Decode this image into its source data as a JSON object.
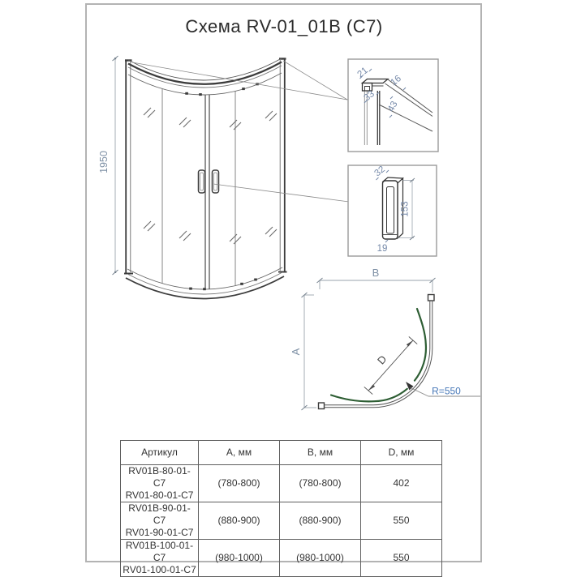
{
  "title": "Схема RV-01_01B (C7)",
  "front_view": {
    "height_dim": "1950"
  },
  "profile_detail": {
    "dim_21": "21",
    "dim_33": "33",
    "dim_16": "16",
    "dim_43": "43"
  },
  "handle_detail": {
    "dim_width": "32",
    "dim_length": "153",
    "dim_depth": "19"
  },
  "plan_view": {
    "dim_b": "B",
    "dim_a": "A",
    "dim_d": "D",
    "radius_label": "R=550"
  },
  "table": {
    "headers": [
      "Артикул",
      "А, мм",
      "В, мм",
      "D, мм"
    ],
    "rows": [
      {
        "article_line1": "RV01B-80-01-C7",
        "article_line2": "RV01-80-01-C7",
        "a_mm": "(780-800)",
        "b_mm": "(780-800)",
        "d_mm": "402"
      },
      {
        "article_line1": "RV01B-90-01-C7",
        "article_line2": "RV01-90-01-C7",
        "a_mm": "(880-900)",
        "b_mm": "(880-900)",
        "d_mm": "550"
      },
      {
        "article_line1": "RV01B-100-01-C7",
        "article_line2": "RV01-100-01-C7",
        "a_mm": "(980-1000)",
        "b_mm": "(980-1000)",
        "d_mm": "550"
      }
    ]
  },
  "colors": {
    "dimension_text": "#7e90a5",
    "detail_dimension_text": "#7488a8",
    "radius_text": "#4878b8",
    "door_arc_green": "#2e5e34",
    "main_line": "#3c3c3c",
    "page_border": "#b3b3b3"
  }
}
